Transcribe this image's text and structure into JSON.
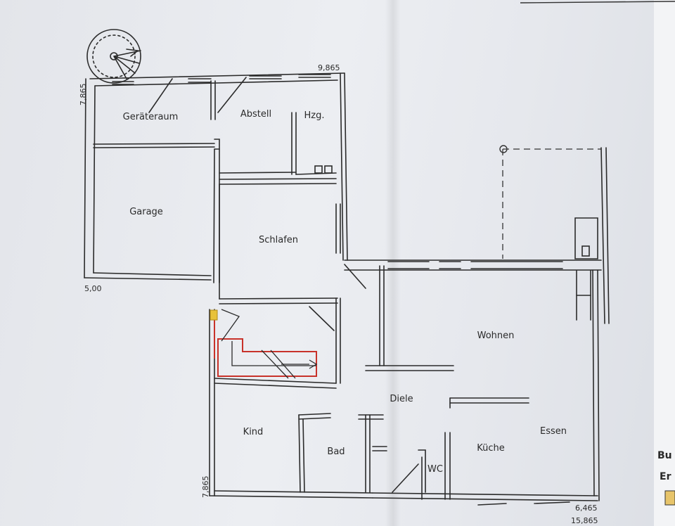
{
  "rooms": {
    "geraeteraum": "Geräteraum",
    "abstell": "Abstell",
    "hzg": "Hzg.",
    "garage": "Garage",
    "schlafen": "Schlafen",
    "wohnen": "Wohnen",
    "diele": "Diele",
    "kind": "Kind",
    "bad": "Bad",
    "wc": "WC",
    "kueche": "Küche",
    "essen": "Essen"
  },
  "dimensions": {
    "top_left": "7,865",
    "top_right": "9,865",
    "left_mid": "5,00",
    "bottom_left": "7,865",
    "bottom_right_1": "6,465",
    "bottom_right_2": "15,865"
  },
  "legend": {
    "line1": "Bu",
    "line2": "Er"
  },
  "colors": {
    "ink": "#2b2b2b",
    "highlight_red": "#c8322a",
    "highlight_yellow": "#e8c23a",
    "legend_swatch": "#e7c46a"
  }
}
